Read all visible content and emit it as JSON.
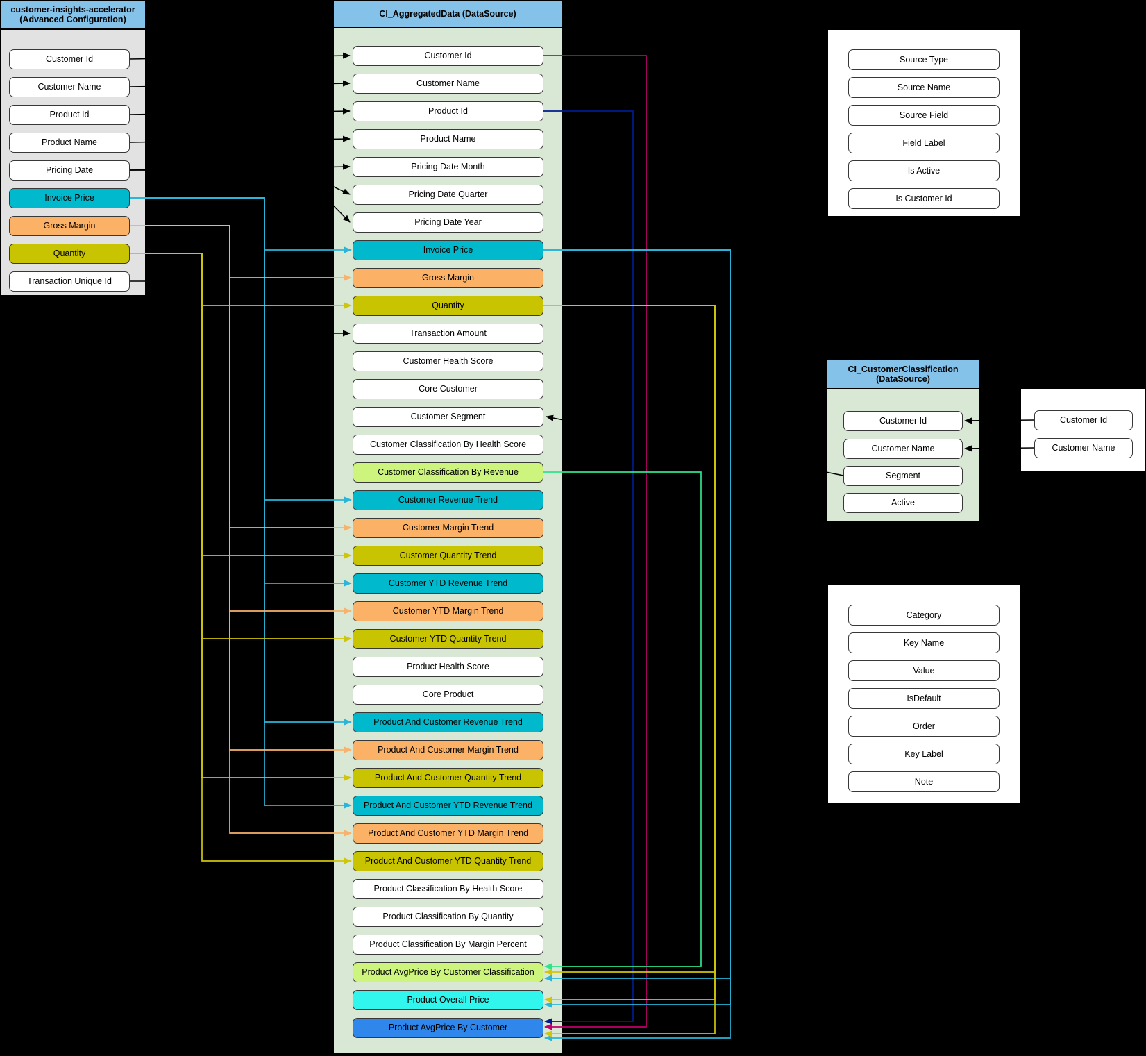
{
  "colors": {
    "background": "#000000",
    "header_blue": "#84C2E9",
    "panel_gray": "#E2E2E2",
    "panel_green": "#D8E8D4",
    "panel_white": "#FFFFFF",
    "fields": {
      "white": "#FFFFFF",
      "teal": "#00B9CC",
      "orange": "#FBB266",
      "yellow": "#C9C402",
      "lightgreen": "#CDF57E",
      "brightcyan": "#30F6EE",
      "blue": "#2F87EC"
    },
    "lines": {
      "black": "#000000",
      "cyan": "#2AB5D9",
      "orange": "#F9B26B",
      "yellow": "#CFC50A",
      "green": "#2EE38A",
      "crimson": "#C1006E",
      "navy": "#001B8F"
    }
  },
  "panels": {
    "accelerator": {
      "title_line1": "customer-insights-accelerator",
      "title_line2": "(Advanced Configuration)",
      "fields": [
        {
          "label": "Customer Id",
          "color": "white"
        },
        {
          "label": "Customer Name",
          "color": "white"
        },
        {
          "label": "Product Id",
          "color": "white"
        },
        {
          "label": "Product Name",
          "color": "white"
        },
        {
          "label": "Pricing Date",
          "color": "white"
        },
        {
          "label": "Invoice Price",
          "color": "teal"
        },
        {
          "label": "Gross Margin",
          "color": "orange"
        },
        {
          "label": "Quantity",
          "color": "yellow"
        },
        {
          "label": "Transaction Unique Id",
          "color": "white"
        }
      ]
    },
    "aggregated": {
      "title_line1": "CI_AggregatedData (DataSource)",
      "fields": [
        {
          "label": "Customer Id",
          "color": "white"
        },
        {
          "label": "Customer Name",
          "color": "white"
        },
        {
          "label": "Product Id",
          "color": "white"
        },
        {
          "label": "Product Name",
          "color": "white"
        },
        {
          "label": "Pricing Date Month",
          "color": "white"
        },
        {
          "label": "Pricing Date Quarter",
          "color": "white"
        },
        {
          "label": "Pricing Date Year",
          "color": "white"
        },
        {
          "label": "Invoice Price",
          "color": "teal"
        },
        {
          "label": "Gross Margin",
          "color": "orange"
        },
        {
          "label": "Quantity",
          "color": "yellow"
        },
        {
          "label": "Transaction Amount",
          "color": "white"
        },
        {
          "label": "Customer Health Score",
          "color": "white"
        },
        {
          "label": "Core Customer",
          "color": "white"
        },
        {
          "label": "Customer Segment",
          "color": "white"
        },
        {
          "label": "Customer Classification By Health Score",
          "color": "white"
        },
        {
          "label": "Customer Classification By Revenue",
          "color": "lightgreen"
        },
        {
          "label": "Customer Revenue Trend",
          "color": "teal"
        },
        {
          "label": "Customer Margin Trend",
          "color": "orange"
        },
        {
          "label": "Customer Quantity Trend",
          "color": "yellow"
        },
        {
          "label": "Customer YTD Revenue Trend",
          "color": "teal"
        },
        {
          "label": "Customer YTD Margin Trend",
          "color": "orange"
        },
        {
          "label": "Customer YTD Quantity Trend",
          "color": "yellow"
        },
        {
          "label": "Product Health Score",
          "color": "white"
        },
        {
          "label": "Core Product",
          "color": "white"
        },
        {
          "label": "Product And Customer Revenue Trend",
          "color": "teal"
        },
        {
          "label": "Product And Customer Margin Trend",
          "color": "orange"
        },
        {
          "label": "Product And Customer Quantity Trend",
          "color": "yellow"
        },
        {
          "label": "Product And Customer YTD Revenue Trend",
          "color": "teal"
        },
        {
          "label": "Product And Customer YTD Margin Trend",
          "color": "orange"
        },
        {
          "label": "Product And Customer YTD Quantity Trend",
          "color": "yellow"
        },
        {
          "label": "Product Classification By Health Score",
          "color": "white"
        },
        {
          "label": "Product Classification By Quantity",
          "color": "white"
        },
        {
          "label": "Product Classification By Margin Percent",
          "color": "white"
        },
        {
          "label": "Product AvgPrice By Customer Classification",
          "color": "lightgreen"
        },
        {
          "label": "Product Overall Price",
          "color": "brightcyan"
        },
        {
          "label": "Product AvgPrice By Customer",
          "color": "blue"
        }
      ]
    },
    "source_mapping": {
      "fields": [
        {
          "label": "Source Type",
          "color": "white"
        },
        {
          "label": "Source Name",
          "color": "white"
        },
        {
          "label": "Source Field",
          "color": "white"
        },
        {
          "label": "Field Label",
          "color": "white"
        },
        {
          "label": "Is Active",
          "color": "white"
        },
        {
          "label": "Is Customer Id",
          "color": "white"
        }
      ]
    },
    "classification": {
      "title_line1": "CI_CustomerClassification",
      "title_line2": "(DataSource)",
      "fields": [
        {
          "label": "Customer Id",
          "color": "white"
        },
        {
          "label": "Customer Name",
          "color": "white"
        },
        {
          "label": "Segment",
          "color": "white"
        },
        {
          "label": "Active",
          "color": "white"
        }
      ]
    },
    "config_keys": {
      "fields": [
        {
          "label": "Category",
          "color": "white"
        },
        {
          "label": "Key Name",
          "color": "white"
        },
        {
          "label": "Value",
          "color": "white"
        },
        {
          "label": "IsDefault",
          "color": "white"
        },
        {
          "label": "Order",
          "color": "white"
        },
        {
          "label": "Key Label",
          "color": "white"
        },
        {
          "label": "Note",
          "color": "white"
        }
      ]
    },
    "customer_lookup": {
      "fields": [
        {
          "label": "Customer Id",
          "color": "white"
        },
        {
          "label": "Customer Name",
          "color": "white"
        }
      ]
    }
  },
  "connections": [
    {
      "from": "accelerator.0",
      "to": "aggregated.0",
      "color": "black"
    },
    {
      "from": "accelerator.1",
      "to": "aggregated.1",
      "color": "black"
    },
    {
      "from": "accelerator.2",
      "to": "aggregated.2",
      "color": "black"
    },
    {
      "from": "accelerator.3",
      "to": "aggregated.3",
      "color": "black"
    },
    {
      "from": "accelerator.4",
      "to": "aggregated.4",
      "color": "black"
    },
    {
      "from": "accelerator.4",
      "to": "aggregated.5",
      "color": "black"
    },
    {
      "from": "accelerator.4",
      "to": "aggregated.6",
      "color": "black"
    },
    {
      "from": "accelerator.8",
      "to": "aggregated.10",
      "color": "black"
    },
    {
      "from": "classification.2",
      "to": "aggregated.13",
      "color": "black"
    },
    {
      "from": "customer_lookup.0",
      "to": "classification.0",
      "color": "black"
    },
    {
      "from": "customer_lookup.1",
      "to": "classification.1",
      "color": "black"
    },
    {
      "from": "accelerator.5",
      "to": "aggregated.7",
      "color": "cyan"
    },
    {
      "from": "accelerator.5",
      "to": "aggregated.16",
      "color": "cyan"
    },
    {
      "from": "accelerator.5",
      "to": "aggregated.19",
      "color": "cyan"
    },
    {
      "from": "accelerator.5",
      "to": "aggregated.24",
      "color": "cyan"
    },
    {
      "from": "accelerator.5",
      "to": "aggregated.27",
      "color": "cyan"
    },
    {
      "from": "accelerator.6",
      "to": "aggregated.8",
      "color": "orange"
    },
    {
      "from": "accelerator.6",
      "to": "aggregated.17",
      "color": "orange"
    },
    {
      "from": "accelerator.6",
      "to": "aggregated.20",
      "color": "orange"
    },
    {
      "from": "accelerator.6",
      "to": "aggregated.25",
      "color": "orange"
    },
    {
      "from": "accelerator.6",
      "to": "aggregated.28",
      "color": "orange"
    },
    {
      "from": "accelerator.7",
      "to": "aggregated.9",
      "color": "yellow"
    },
    {
      "from": "accelerator.7",
      "to": "aggregated.18",
      "color": "yellow"
    },
    {
      "from": "accelerator.7",
      "to": "aggregated.21",
      "color": "yellow"
    },
    {
      "from": "accelerator.7",
      "to": "aggregated.26",
      "color": "yellow"
    },
    {
      "from": "accelerator.7",
      "to": "aggregated.29",
      "color": "yellow"
    },
    {
      "from": "aggregated.0",
      "to": "aggregated.35",
      "color": "crimson"
    },
    {
      "from": "aggregated.2",
      "to": "aggregated.35",
      "color": "navy"
    },
    {
      "from": "aggregated.7",
      "to": "aggregated.33",
      "color": "cyan"
    },
    {
      "from": "aggregated.7",
      "to": "aggregated.34",
      "color": "cyan"
    },
    {
      "from": "aggregated.7",
      "to": "aggregated.35",
      "color": "cyan"
    },
    {
      "from": "aggregated.9",
      "to": "aggregated.33",
      "color": "yellow"
    },
    {
      "from": "aggregated.9",
      "to": "aggregated.34",
      "color": "yellow"
    },
    {
      "from": "aggregated.9",
      "to": "aggregated.35",
      "color": "yellow"
    },
    {
      "from": "aggregated.15",
      "to": "aggregated.33",
      "color": "green"
    }
  ]
}
